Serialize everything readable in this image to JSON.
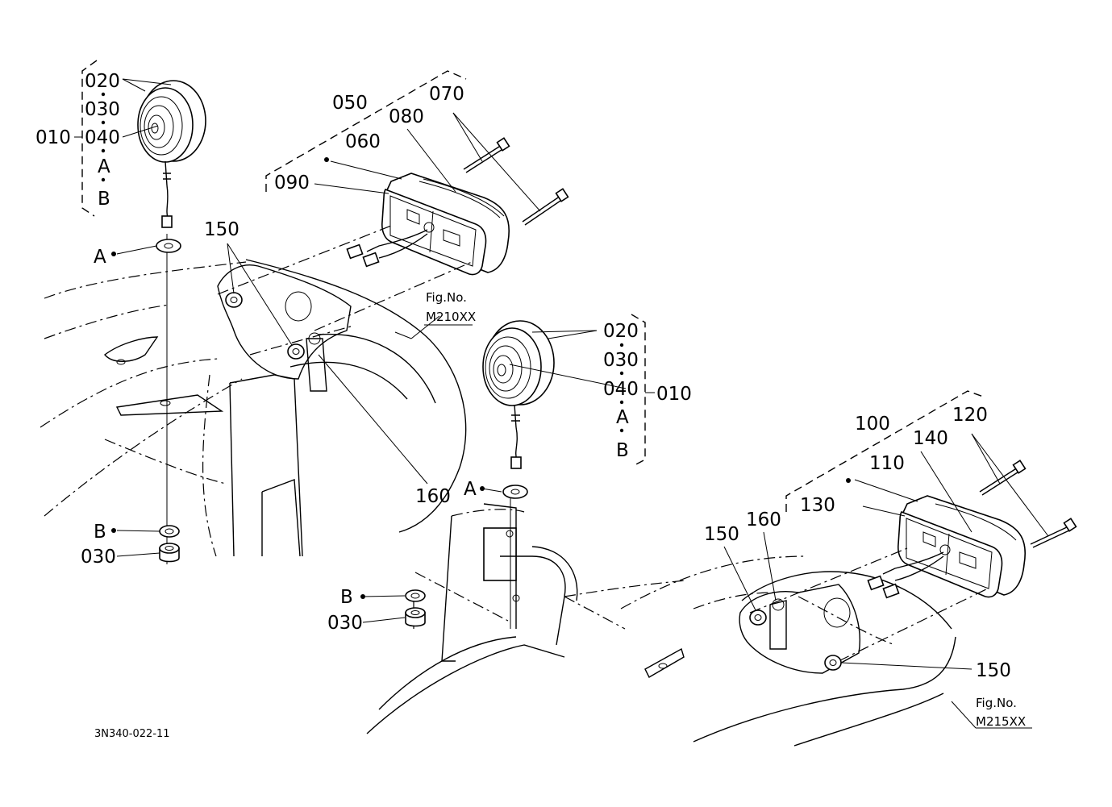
{
  "drawing_code": "3N340-022-11",
  "figure_refs": [
    {
      "label": "Fig.No.",
      "number": "M210XX"
    },
    {
      "label": "Fig.No.",
      "number": "M215XX"
    }
  ],
  "left_assembly": {
    "group": "010",
    "items": [
      "020",
      "030",
      "040",
      "A",
      "B"
    ],
    "washer": "A",
    "spring_washer": "B",
    "nut": "030"
  },
  "center_assembly": {
    "group": "010",
    "items": [
      "020",
      "030",
      "040",
      "A",
      "B"
    ],
    "washer": "A",
    "spring_washer": "B",
    "nut": "030"
  },
  "upper_lamp_group": {
    "group": "050",
    "body": "060",
    "bolt": "070",
    "lens": "080",
    "bulb": "090"
  },
  "lower_lamp_group": {
    "group": "100",
    "body": "110",
    "bolt": "120",
    "bulb": "130",
    "lens": "140"
  },
  "fasteners": {
    "nut_upper": "150",
    "plate_upper": "160",
    "nut_lower_left": "150",
    "plate_lower": "160",
    "nut_lower_right": "150"
  }
}
